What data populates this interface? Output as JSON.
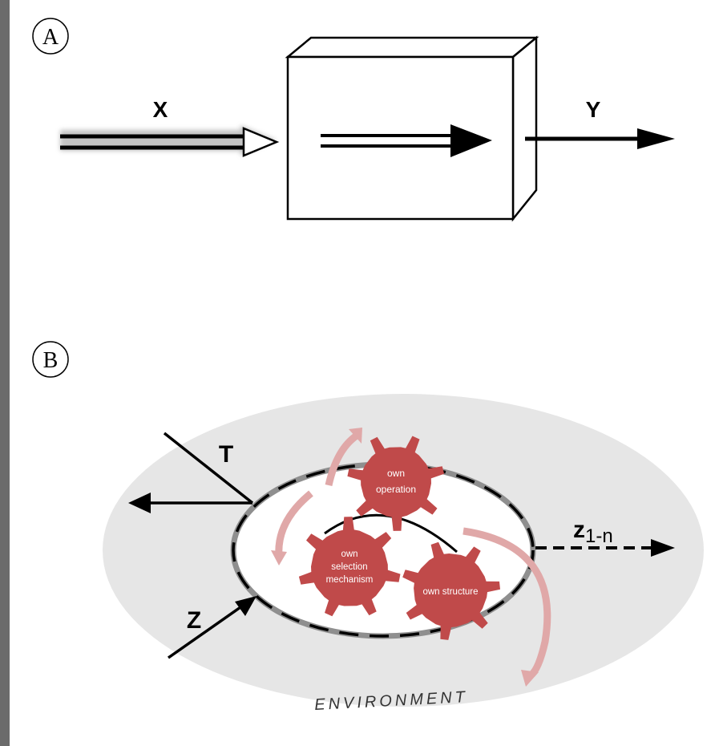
{
  "panel_a": {
    "label": "A",
    "input_label": "X",
    "output_label": "Y"
  },
  "panel_b": {
    "label": "B",
    "gears": {
      "operation_line1": "own",
      "operation_line2": "operation",
      "selection_line1": "own",
      "selection_line2": "selection",
      "selection_line3": "mechanism",
      "structure": "own structure"
    },
    "arrow_t": "T",
    "arrow_z": "Z",
    "output_z_main": "z",
    "output_z_sub": "1-n",
    "environment": "ENVIRONMENT"
  },
  "colors": {
    "gear": "#c04a4a",
    "feedback_arrow": "#e0a8a8",
    "environment": "#e6e6e6",
    "frame": "#6b6b6b"
  }
}
